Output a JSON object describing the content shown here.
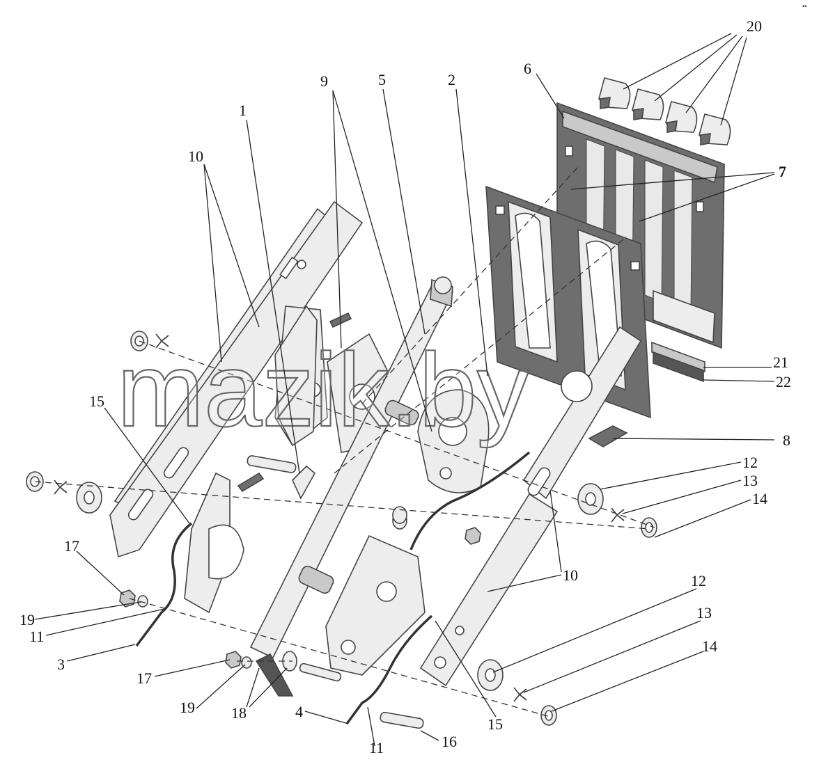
{
  "watermark": "mazik.by",
  "corner_mark": "••",
  "callouts": [
    "1",
    "2",
    "3",
    "4",
    "5",
    "6",
    "7",
    "8",
    "9",
    "10",
    "11",
    "12",
    "13",
    "14",
    "15",
    "16",
    "17",
    "18",
    "19",
    "20",
    "21",
    "22"
  ]
}
